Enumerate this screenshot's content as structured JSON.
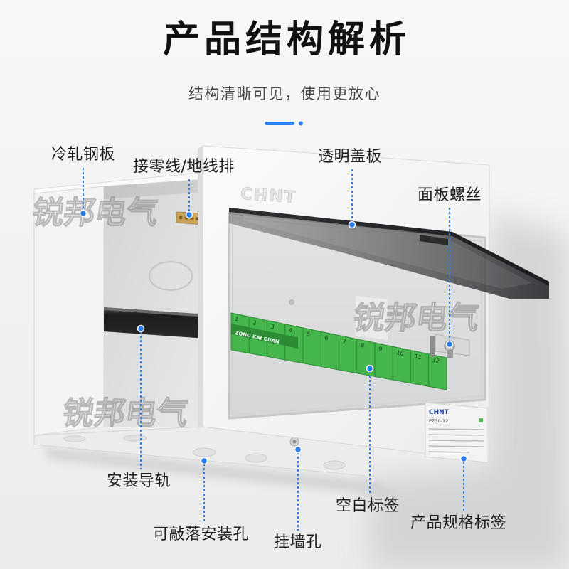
{
  "title": "产品结构解析",
  "subtitle": "结构清晰可见，使用更放心",
  "watermark": "锐邦电气",
  "colors": {
    "accent": "#2b7de9",
    "label_strip": "#45b64b",
    "label_strip_dark": "#2e8b35",
    "title_text": "#111111"
  },
  "callouts": {
    "cold_rolled_steel_plate": "冷轧钢板",
    "neutral_ground_busbar": "接零线/地线排",
    "transparent_cover": "透明盖板",
    "panel_screw": "面板螺丝",
    "din_rail": "安装导轨",
    "blank_label": "空白标签",
    "spec_label": "产品规格标签",
    "knockout_holes": "可敲落安装孔",
    "wall_hanging_hole": "挂墙孔"
  },
  "product": {
    "front_logo": "CHNT",
    "spec_label": {
      "brand": "CHNT",
      "model": "PZ30-12"
    },
    "label_strip": {
      "numbers": [
        "1",
        "2",
        "3",
        "4",
        "5",
        "6",
        "7",
        "8",
        "9",
        "10",
        "11",
        "12"
      ],
      "caption": "ZONG KAI GUAN"
    }
  }
}
